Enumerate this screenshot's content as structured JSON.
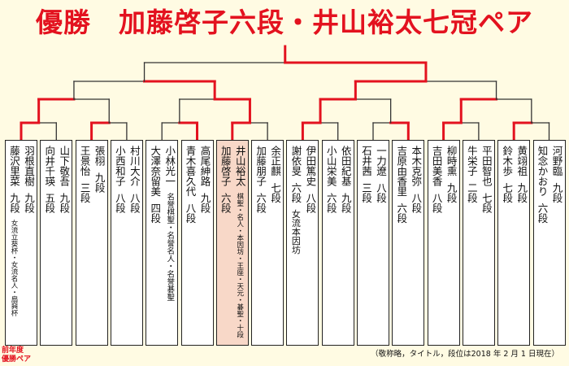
{
  "title": "優勝　加藤啓子六段・井山裕太七冠ペア",
  "colors": {
    "accent": "#e3121f",
    "line": "#333333",
    "winner_bg": "#f8d8c8"
  },
  "pairs": [
    {
      "players": [
        {
          "name": "藤沢里菜",
          "rank": "九段",
          "titles": "女流立葵杯・女流名人・扇興杯"
        },
        {
          "name": "羽根直樹",
          "rank": "九段",
          "titles": ""
        }
      ]
    },
    {
      "players": [
        {
          "name": "向井千瑛",
          "rank": "五段",
          "titles": ""
        },
        {
          "name": "山下敬吾",
          "rank": "九段",
          "titles": ""
        }
      ]
    },
    {
      "players": [
        {
          "name": "王景怡",
          "rank": "三段",
          "titles": ""
        },
        {
          "name": "張栩",
          "rank": "九段",
          "titles": ""
        }
      ]
    },
    {
      "players": [
        {
          "name": "小西和子",
          "rank": "八段",
          "titles": ""
        },
        {
          "name": "村川大介",
          "rank": "八段",
          "titles": ""
        }
      ]
    },
    {
      "players": [
        {
          "name": "大澤奈留美",
          "rank": "四段",
          "titles": ""
        },
        {
          "name": "小林光一",
          "rank": "名誉棋聖・名誉名人・名誉碁聖",
          "titles": ""
        }
      ]
    },
    {
      "players": [
        {
          "name": "青木喜久代",
          "rank": "八段",
          "titles": ""
        },
        {
          "name": "高尾紳路",
          "rank": "九段",
          "titles": ""
        }
      ]
    },
    {
      "players": [
        {
          "name": "加藤啓子",
          "rank": "六段",
          "titles": ""
        },
        {
          "name": "井山裕太",
          "rank": "",
          "titles": "棋聖・名人・本因坊・王座・天元・碁聖・十段"
        }
      ]
    },
    {
      "players": [
        {
          "name": "加藤朋子",
          "rank": "六段",
          "titles": ""
        },
        {
          "name": "余正麒",
          "rank": "七段",
          "titles": ""
        }
      ]
    },
    {
      "players": [
        {
          "name": "謝依旻",
          "rank": "六段",
          "titles": "女流本因坊"
        },
        {
          "name": "伊田篤史",
          "rank": "八段",
          "titles": ""
        }
      ]
    },
    {
      "players": [
        {
          "name": "小山栄美",
          "rank": "六段",
          "titles": ""
        },
        {
          "name": "依田紀基",
          "rank": "九段",
          "titles": ""
        }
      ]
    },
    {
      "players": [
        {
          "name": "石井茜",
          "rank": "三段",
          "titles": ""
        },
        {
          "name": "一力遼",
          "rank": "八段",
          "titles": ""
        }
      ]
    },
    {
      "players": [
        {
          "name": "吉原由香里",
          "rank": "六段",
          "titles": ""
        },
        {
          "name": "本木克弥",
          "rank": "八段",
          "titles": ""
        }
      ]
    },
    {
      "players": [
        {
          "name": "吉田美香",
          "rank": "八段",
          "titles": ""
        },
        {
          "name": "柳時熏",
          "rank": "九段",
          "titles": ""
        }
      ]
    },
    {
      "players": [
        {
          "name": "牛栄子",
          "rank": "二段",
          "titles": ""
        },
        {
          "name": "平田智也",
          "rank": "七段",
          "titles": ""
        }
      ]
    },
    {
      "players": [
        {
          "name": "鈴木歩",
          "rank": "七段",
          "titles": ""
        },
        {
          "name": "黄翊祖",
          "rank": "九段",
          "titles": ""
        }
      ]
    },
    {
      "players": [
        {
          "name": "知念かおり",
          "rank": "六段",
          "titles": ""
        },
        {
          "name": "河野臨",
          "rank": "九段",
          "titles": ""
        }
      ]
    }
  ],
  "winner_index": 6,
  "path": {
    "r1": [
      0,
      2,
      5,
      6,
      8,
      11,
      12,
      14
    ],
    "r2": [
      0,
      3,
      4,
      6
    ],
    "r3": [
      1,
      2
    ],
    "final": 1
  },
  "prev_label": "前年度\n優勝ペア",
  "footnote": "（敬称略，タイトル，段位は2018 年 2 月 1 日現在）"
}
